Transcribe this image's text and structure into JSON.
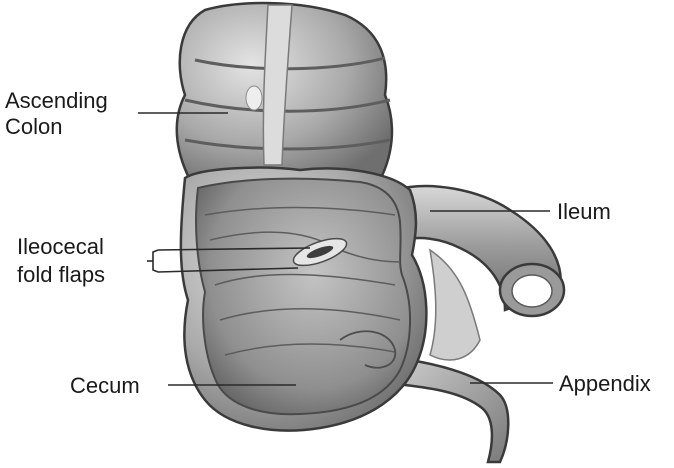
{
  "labels": {
    "ascending_colon_line1": "Ascending",
    "ascending_colon_line2": "Colon",
    "ileum": "Ileum",
    "ileocecal_line1": "Ileocecal",
    "ileocecal_line2": "fold flaps",
    "cecum": "Cecum",
    "appendix": "Appendix"
  },
  "colors": {
    "tissue_light": "#d4d4d4",
    "tissue_mid": "#a8a8a8",
    "tissue_dark": "#6e6e6e",
    "outline": "#3a3a3a",
    "label_text": "#1a1a1a"
  }
}
